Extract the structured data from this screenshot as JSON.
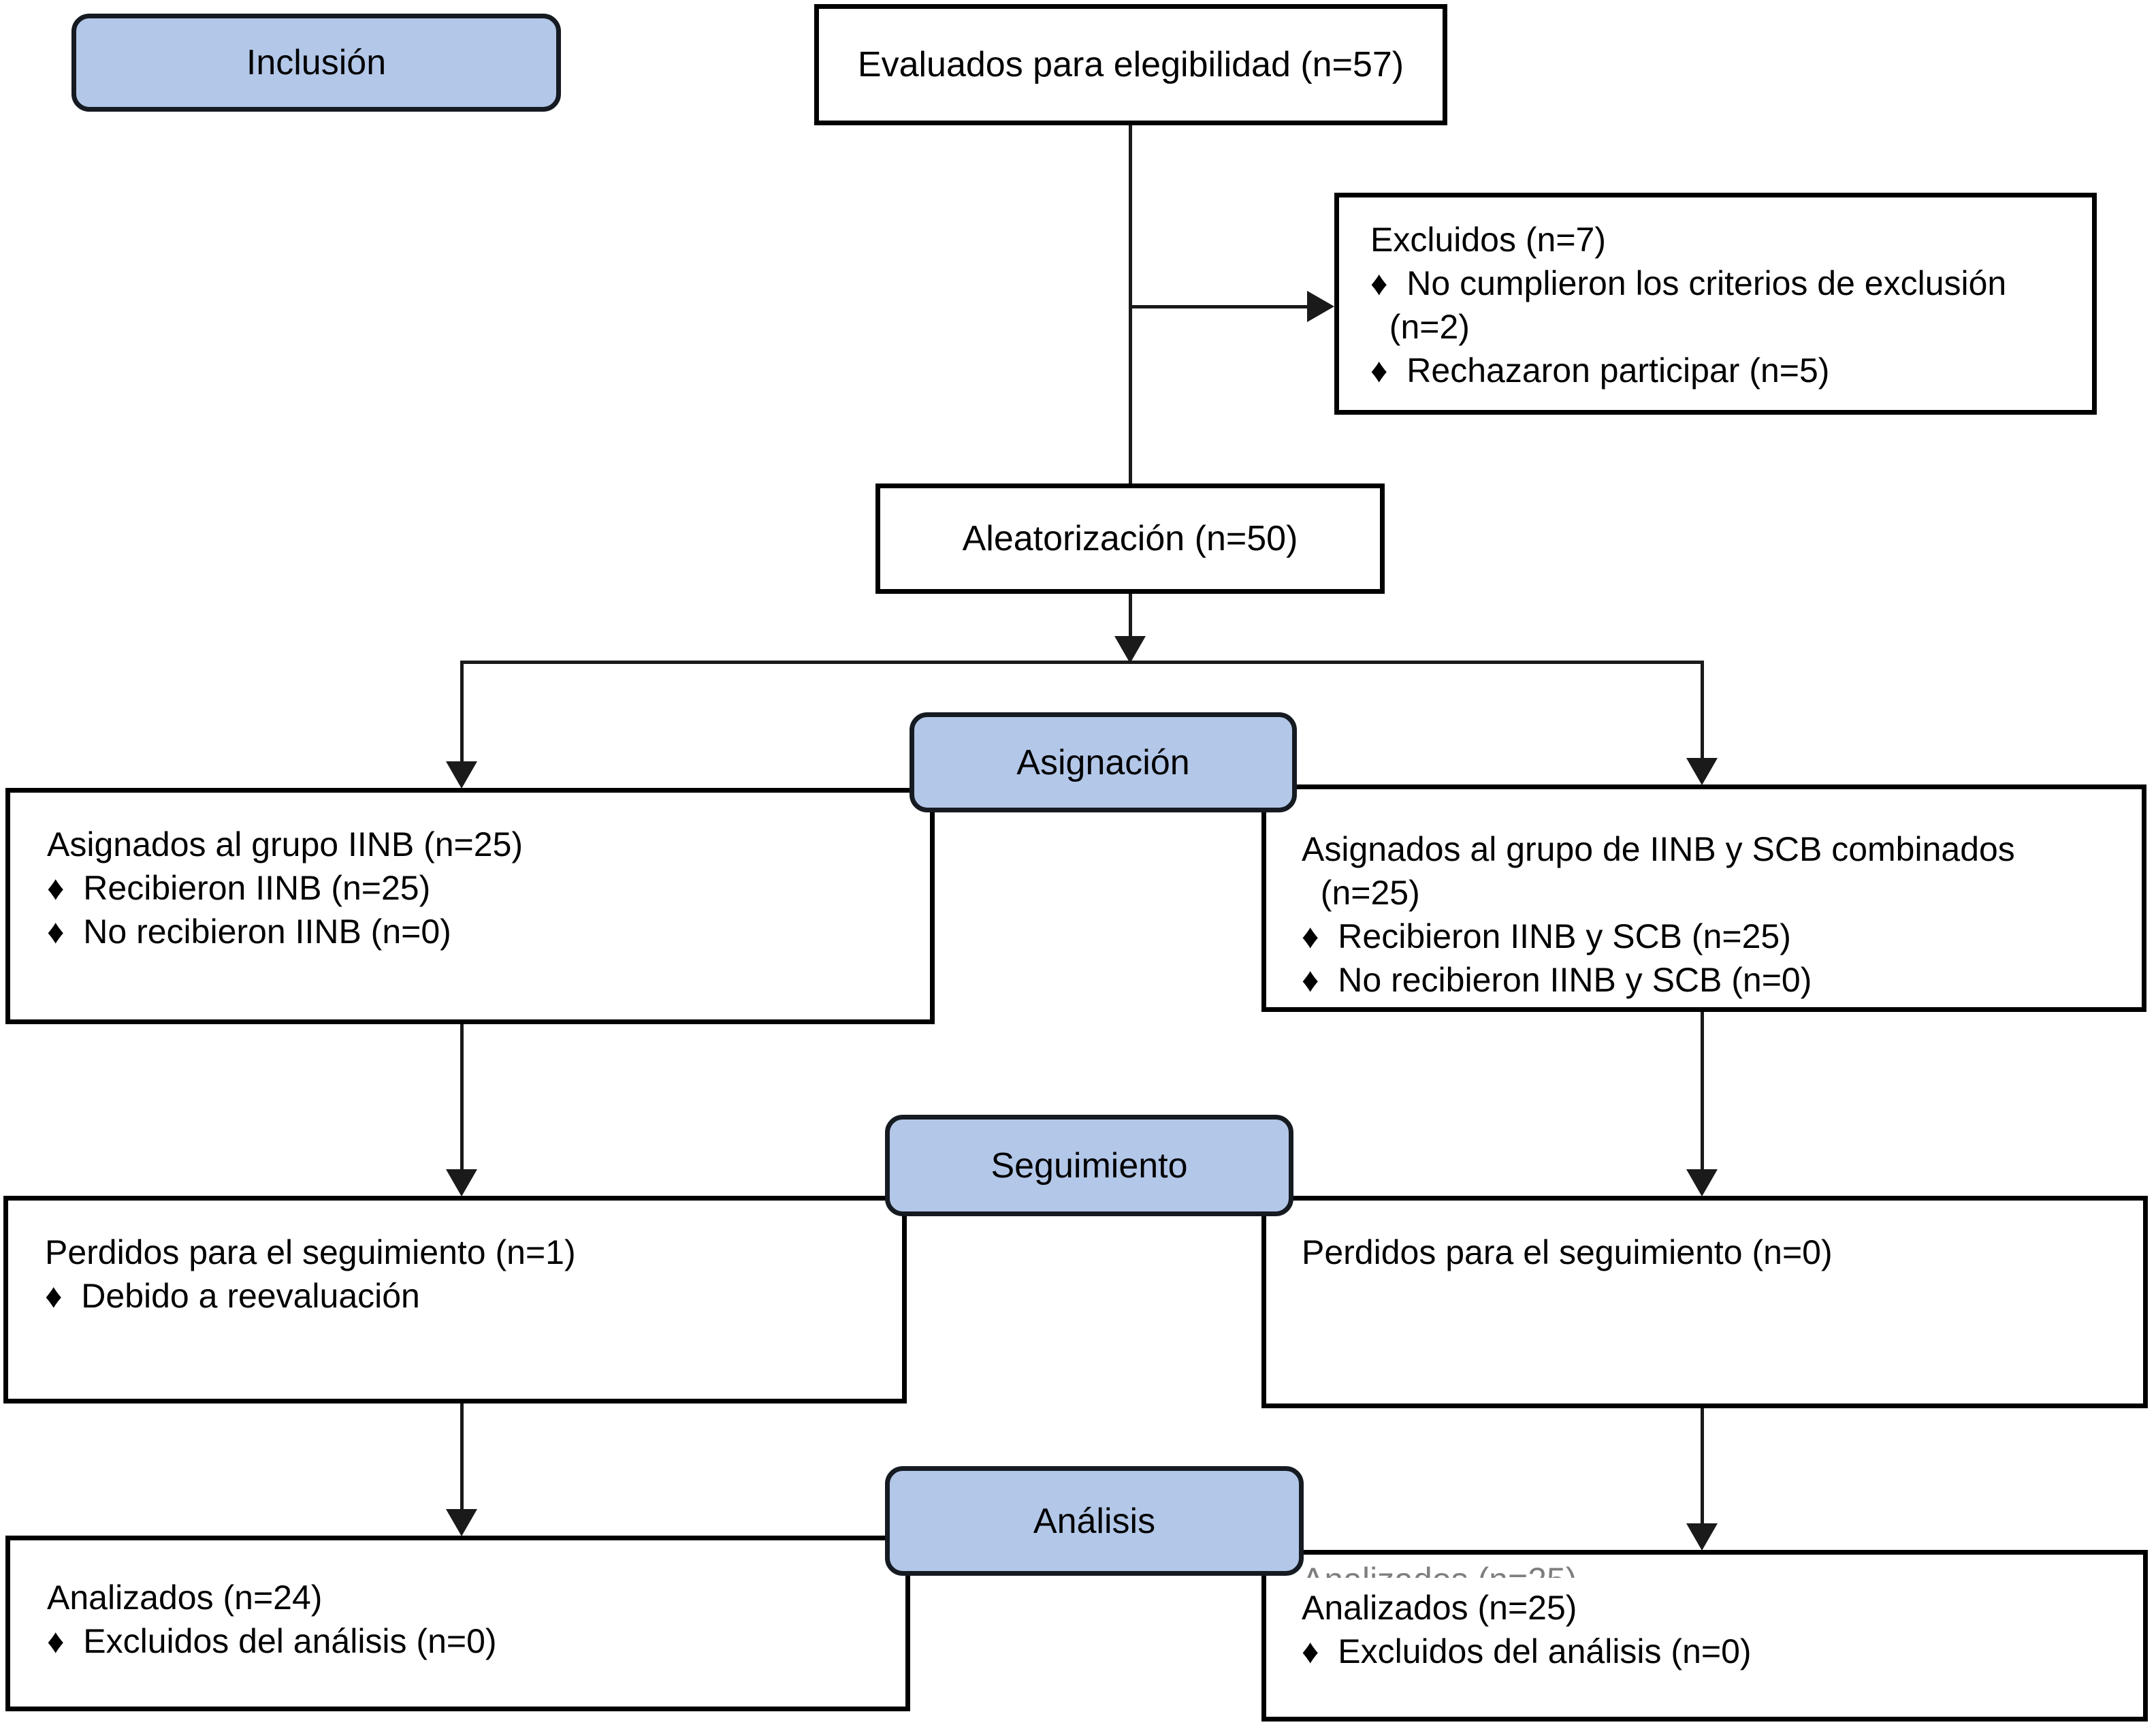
{
  "flow": {
    "stage_labels": {
      "inclusion": "Inclusión",
      "assignment": "Asignación",
      "followup": "Seguimiento",
      "analysis": "Análisis"
    },
    "eligibility": {
      "title": "Evaluados para elegibilidad (n=57)"
    },
    "excluded": {
      "lines": [
        "Excluidos (n=7)",
        "♦  No cumplieron los criterios de exclusión",
        "  (n=2)",
        "♦  Rechazaron participar (n=5)"
      ]
    },
    "randomization": {
      "title": "Aleatorización (n=50)"
    },
    "assign_left": {
      "lines": [
        "Asignados al grupo IINB (n=25)",
        "♦  Recibieron IINB (n=25)",
        "♦  No recibieron IINB (n=0)"
      ]
    },
    "assign_right": {
      "lines": [
        "Asignados al grupo de IINB y SCB combinados",
        "  (n=25)",
        "♦  Recibieron IINB y SCB (n=25)",
        "♦  No recibieron IINB y SCB (n=0)"
      ]
    },
    "followup_left": {
      "lines": [
        "Perdidos para el seguimiento (n=1)",
        "♦  Debido a reevaluación"
      ]
    },
    "followup_right": {
      "lines": [
        "Perdidos para el seguimiento (n=0)"
      ]
    },
    "analysis_left": {
      "lines": [
        "Analizados (n=24)",
        "♦  Excluidos del análisis (n=0)"
      ]
    },
    "analysis_right": {
      "lines": [
        "Analizados (n=25)",
        "♦  Excluidos del análisis (n=0)"
      ]
    }
  },
  "colors": {
    "stage_fill": "#b3c7e8",
    "stage_border": "#161b22",
    "box_border": "#000000",
    "connector": "#1a1a1a",
    "text": "#000000",
    "background": "#ffffff"
  }
}
